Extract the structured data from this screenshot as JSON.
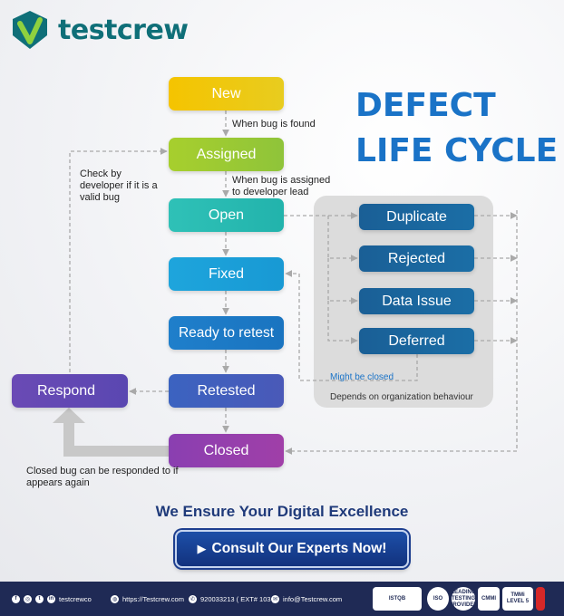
{
  "brand": {
    "logo_text": "testcrew",
    "primary_color": "#0f6f78"
  },
  "title": {
    "line1": "DEFECT",
    "line2": "LIFE CYCLE"
  },
  "stages": {
    "new": "New",
    "assigned": "Assigned",
    "open": "Open",
    "fixed": "Fixed",
    "ready": "Ready to retest",
    "retested": "Retested",
    "closed": "Closed",
    "respond": "Respond"
  },
  "side_stages": {
    "duplicate": "Duplicate",
    "rejected": "Rejected",
    "data_issue": "Data Issue",
    "deferred": "Deferred"
  },
  "labels": {
    "when_found": "When bug is found",
    "when_assigned": "When bug is assigned to developer lead",
    "check_valid": "Check by developer if it is a valid bug",
    "might_closed": "Might be closed",
    "depends": "Depends on organization behaviour",
    "closed_responded": "Closed bug can be responded to if appears again"
  },
  "tagline": "We Ensure Your Digital Excellence",
  "cta": {
    "label": "Consult Our Experts Now!"
  },
  "footer": {
    "social_handle": "testcrewco",
    "website": "https://Testcrew.com",
    "phone": "920033213 ( EXT# 103 )",
    "email": "info@Testcrew.com",
    "badges": [
      "ISTQB",
      "ISO",
      "LEADING TESTING PROVIDER",
      "CMMI",
      "TMMi LEVEL 5",
      ""
    ]
  }
}
